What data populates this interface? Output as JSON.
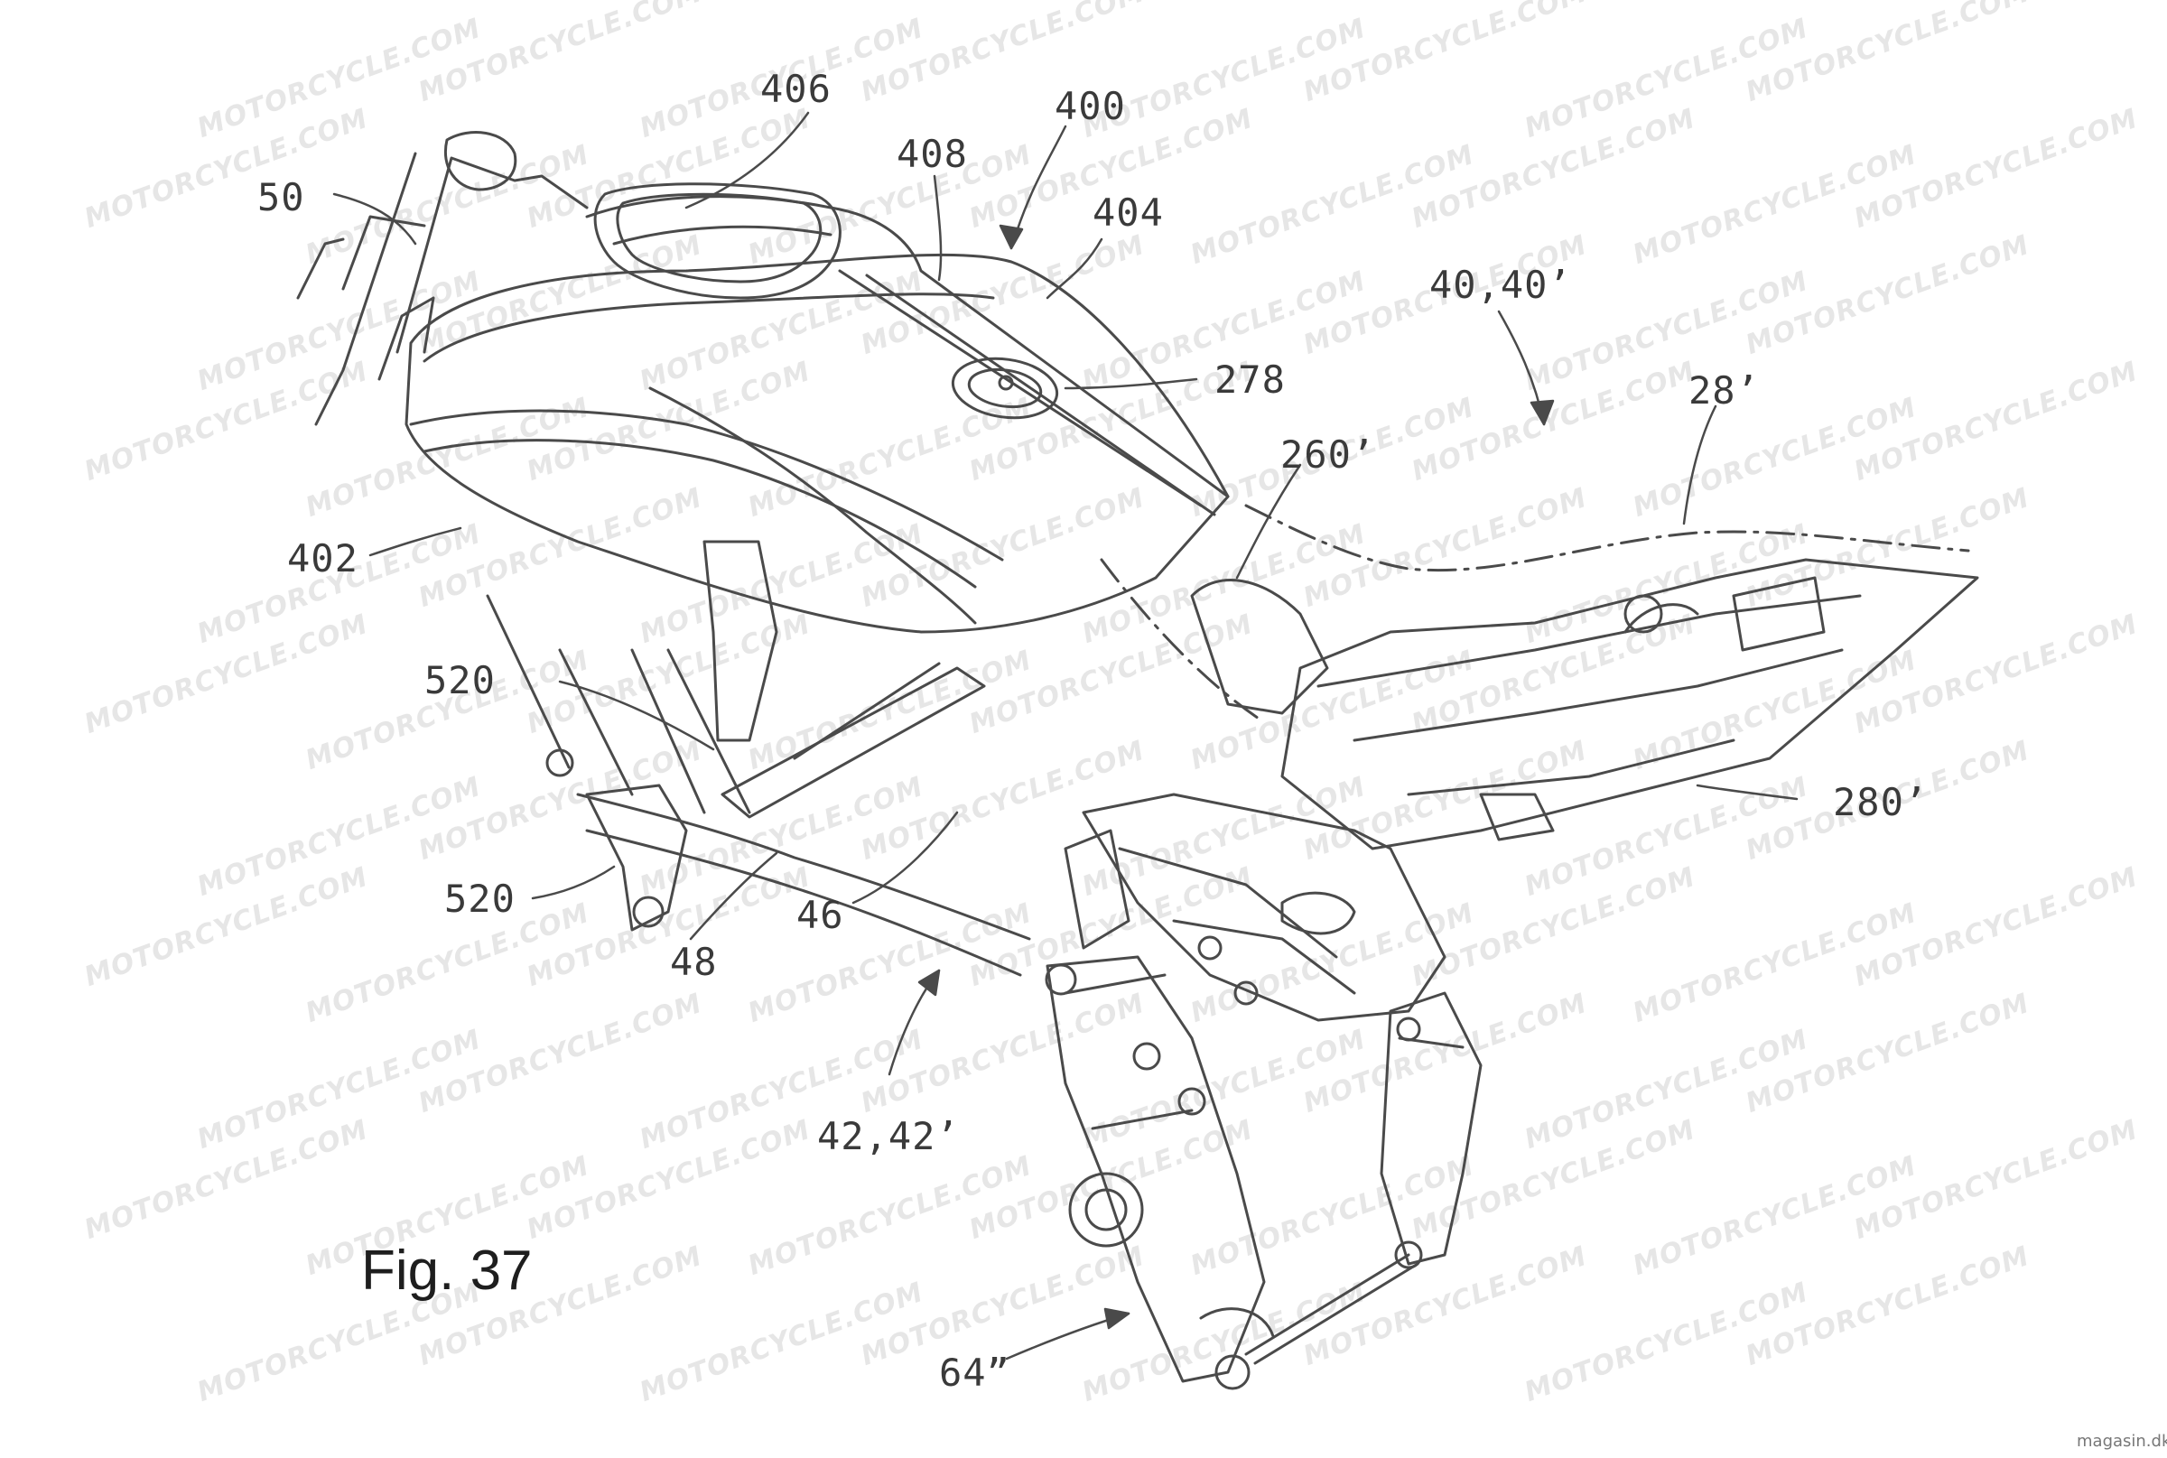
{
  "figure": {
    "caption": "Fig. 37",
    "watermark": "MOTORCYCLE.COM",
    "credit": "magasin.dk",
    "reference_numerals": {
      "n406": "406",
      "n400": "400",
      "n408": "408",
      "n404": "404",
      "n50": "50",
      "n40": "40,40’",
      "n278": "278",
      "n28": "28’",
      "n260": "260’",
      "n402": "402",
      "n520a": "520",
      "n520b": "520",
      "n280": "280’",
      "n46": "46",
      "n48": "48",
      "n42": "42,42’",
      "n64": "64”"
    }
  }
}
